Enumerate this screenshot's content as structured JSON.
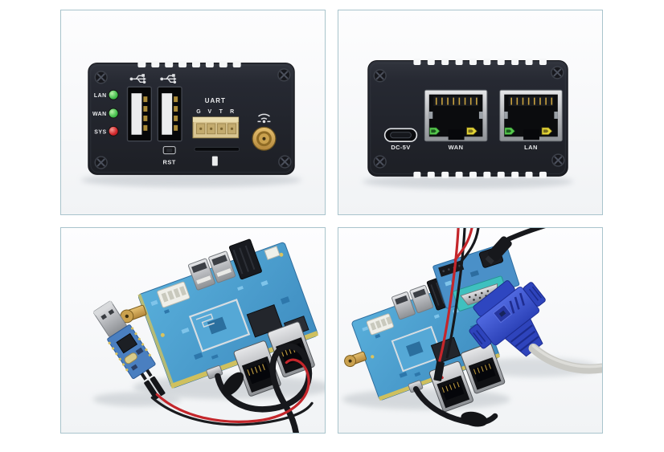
{
  "window": {
    "background": "#ffffff"
  },
  "gallery": {
    "frame_border_color": "#a9c4cc",
    "front_panel_photo": {
      "led_labels": [
        "LAN",
        "WAN",
        "SYS"
      ],
      "led_colors": [
        "#46c14e",
        "#46c14e",
        "#d2272c"
      ],
      "uart_title": "UART",
      "uart_pins": [
        "G",
        "V",
        "T",
        "R"
      ],
      "reset_label": "RST",
      "icons": [
        "usb-icon",
        "usb-icon",
        "antenna-icon",
        "screw-icon",
        "sd-slot",
        "sma-connector"
      ]
    },
    "rear_panel_photo": {
      "power_label": "DC-5V",
      "port_labels": [
        "WAN",
        "LAN"
      ],
      "icons": [
        "screw-icon",
        "micro-usb-port",
        "rj45-port",
        "rj45-port"
      ]
    },
    "board_usb_serial_photo": {
      "visible_text": []
    },
    "board_vga_photo": {
      "visible_text": []
    }
  },
  "colors": {
    "case_black": "#23252c",
    "pcb_blue": "#4a9fd0",
    "vga_blue": "#3a52c8",
    "serial_db9_teal": "#3fc0bf",
    "sma_gold": "#c89a3e",
    "cable_gray": "#c9c9c4",
    "wire_red": "#c4262b",
    "wire_black": "#17181c",
    "led_green_rear": "#56c84d",
    "led_yellow_rear": "#e3d435"
  }
}
